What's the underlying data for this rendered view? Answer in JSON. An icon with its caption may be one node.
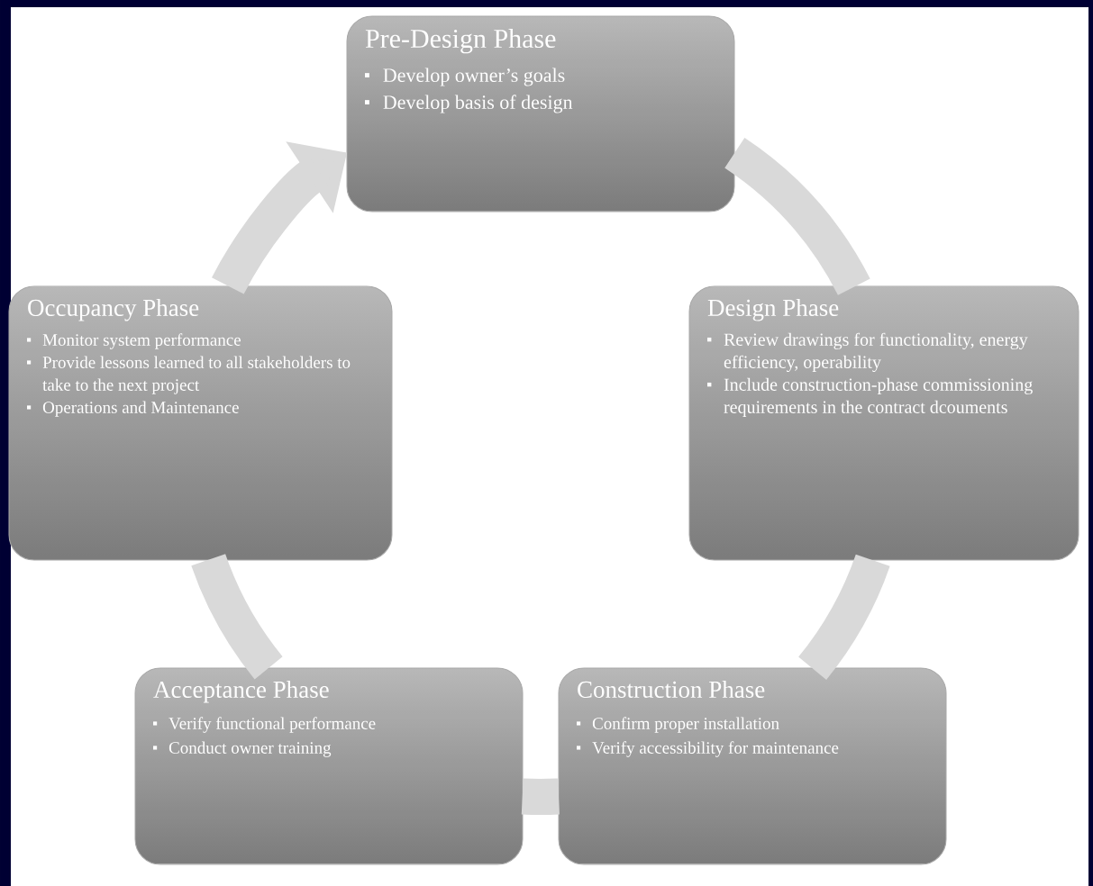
{
  "diagram": {
    "nodes": [
      {
        "text": [
          "Pre-Design Phase",
          "Develop owner’s goals",
          "Develop basis of design"
        ]
      },
      {
        "text": [
          "Design Phase",
          "Review drawings for functionality, energy efficiency, operability",
          "Include construction-phase commissioning requirements in the contract dcouments"
        ]
      },
      {
        "text": [
          "Construction Phase",
          "Confirm proper installation",
          "Verify accessibility for maintenance"
        ]
      },
      {
        "text": [
          "Acceptance Phase",
          "Verify functional performance",
          "Conduct owner training"
        ]
      },
      {
        "text": [
          "Occupancy Phase",
          "Monitor system performance",
          "Provide lessons learned to all stakeholders to take to the next project",
          "Operations and Maintenance"
        ]
      }
    ],
    "edges": [
      {
        "from": 0,
        "to": 1,
        "arrow": "none"
      },
      {
        "from": 1,
        "to": 2,
        "arrow": "none"
      },
      {
        "from": 2,
        "to": 3,
        "arrow": "none"
      },
      {
        "from": 3,
        "to": 4,
        "arrow": "none"
      },
      {
        "from": 4,
        "to": 0,
        "arrow": "to"
      }
    ]
  }
}
